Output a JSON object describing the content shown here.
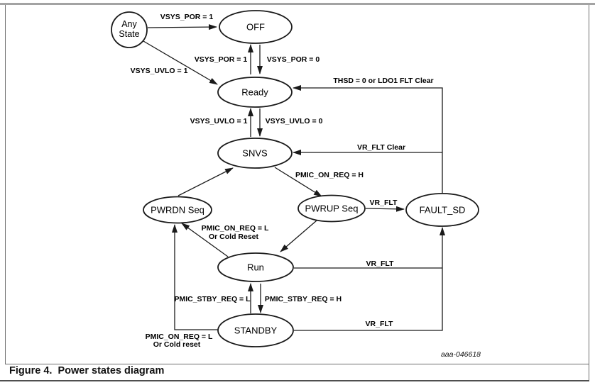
{
  "figure": {
    "caption": "Figure 4.  Power states diagram",
    "watermark": "aaa-046618"
  },
  "nodes": {
    "any_state": {
      "line1": "Any",
      "line2": "State"
    },
    "off": {
      "label": "OFF"
    },
    "ready": {
      "label": "Ready"
    },
    "snvs": {
      "label": "SNVS"
    },
    "pwrdn": {
      "label": "PWRDN Seq"
    },
    "pwrup": {
      "label": "PWRUP Seq"
    },
    "fault": {
      "label": "FAULT_SD"
    },
    "run": {
      "label": "Run"
    },
    "standby": {
      "label": "STANDBY"
    }
  },
  "edges": {
    "any_to_off": "VSYS_POR = 1",
    "any_to_ready": "VSYS_UVLO = 1",
    "ready_to_off": "VSYS_POR = 1",
    "off_to_ready": "VSYS_POR = 0",
    "snvs_to_ready": "VSYS_UVLO = 1",
    "ready_to_snvs": "VSYS_UVLO = 0",
    "fault_to_ready": "THSD = 0 or LDO1 FLT Clear",
    "fault_to_snvs": "VR_FLT Clear",
    "snvs_to_pwrup": "PMIC_ON_REQ = H",
    "pwrup_to_fault": "VR_FLT",
    "run_to_pwrdn_line1": "PMIC_ON_REQ = L",
    "run_to_pwrdn_line2": "Or Cold Reset",
    "standby_to_run": "PMIC_STBY_REQ = L",
    "run_to_standby": "PMIC_STBY_REQ = H",
    "standby_to_pwrdn_line1": "PMIC_ON_REQ = L",
    "standby_to_pwrdn_line2": "Or Cold reset",
    "run_to_fault": "VR_FLT",
    "standby_to_fault": "VR_FLT"
  },
  "colors": {
    "diagram_line": "#1a1a1a",
    "frame_top_bar": "#a3a3a3",
    "frame_border": "#6e6e6e",
    "bottom_rule": "#4f4f4f"
  }
}
